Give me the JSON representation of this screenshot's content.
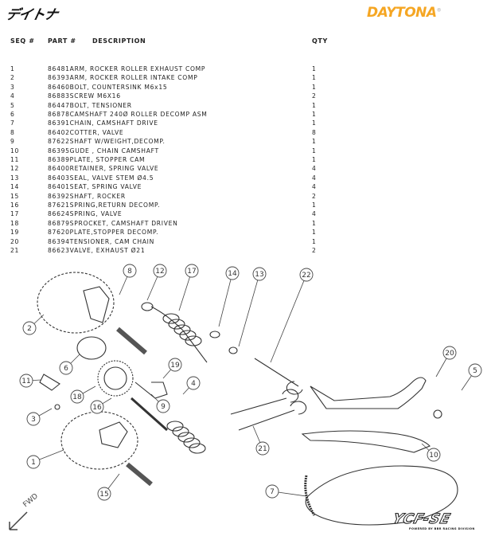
{
  "header": {
    "logo_jp": "デイトナ",
    "logo_brand": "DAYTONA"
  },
  "columns": {
    "seq": "SEQ #",
    "part": "PART #",
    "description": "DESCRIPTION",
    "qty": "QTY"
  },
  "parts": [
    {
      "seq": "1",
      "part": "86481",
      "description": "ARM, ROCKER ROLLER EXHAUST COMP",
      "qty": "1"
    },
    {
      "seq": "2",
      "part": "86393",
      "description": "ARM, ROCKER ROLLER INTAKE COMP",
      "qty": "1"
    },
    {
      "seq": "3",
      "part": "86460",
      "description": "BOLT, COUNTERSINK M6x15",
      "qty": "1"
    },
    {
      "seq": "4",
      "part": "86883",
      "description": "SCREW M6X16",
      "qty": "2"
    },
    {
      "seq": "5",
      "part": "86447",
      "description": "BOLT, TENSIONER",
      "qty": "1"
    },
    {
      "seq": "6",
      "part": "86878",
      "description": "CAMSHAFT 240Ø ROLLER DECOMP ASM",
      "qty": "1"
    },
    {
      "seq": "7",
      "part": "86391",
      "description": "CHAIN, CAMSHAFT DRIVE",
      "qty": "1"
    },
    {
      "seq": "8",
      "part": "86402",
      "description": "COTTER, VALVE",
      "qty": "8"
    },
    {
      "seq": "9",
      "part": "87622",
      "description": "SHAFT W/WEIGHT,DECOMP.",
      "qty": "1"
    },
    {
      "seq": "10",
      "part": "86395",
      "description": "GUDE , CHAIN CAMSHAFT",
      "qty": "1"
    },
    {
      "seq": "11",
      "part": "86389",
      "description": "PLATE, STOPPER CAM",
      "qty": "1"
    },
    {
      "seq": "12",
      "part": "86400",
      "description": "RETAINER, SPRING VALVE",
      "qty": "4"
    },
    {
      "seq": "13",
      "part": "86403",
      "description": "SEAL, VALVE STEM Ø4.5",
      "qty": "4"
    },
    {
      "seq": "14",
      "part": "86401",
      "description": "SEAT, SPRING VALVE",
      "qty": "4"
    },
    {
      "seq": "15",
      "part": "86392",
      "description": "SHAFT, ROCKER",
      "qty": "2"
    },
    {
      "seq": "16",
      "part": "87621",
      "description": "SPRING,RETURN DECOMP.",
      "qty": "1"
    },
    {
      "seq": "17",
      "part": "86624",
      "description": "SPRING, VALVE",
      "qty": "4"
    },
    {
      "seq": "18",
      "part": "86879",
      "description": "SPROCKET, CAMSHAFT DRIVEN",
      "qty": "1"
    },
    {
      "seq": "19",
      "part": "87620",
      "description": "PLATE,STOPPER DECOMP.",
      "qty": "1"
    },
    {
      "seq": "20",
      "part": "86394",
      "description": "TENSIONER, CAM CHAIN",
      "qty": "1"
    },
    {
      "seq": "21",
      "part": "86623",
      "description": "VALVE, EXHAUST Ø21",
      "qty": "2"
    }
  ],
  "diagram": {
    "callouts": [
      "8",
      "12",
      "17",
      "14",
      "13",
      "22",
      "2",
      "6",
      "19",
      "4",
      "20",
      "5",
      "11",
      "18",
      "16",
      "9",
      "3",
      "21",
      "10",
      "1",
      "15",
      "7"
    ],
    "direction_label": "FWD"
  },
  "footer": {
    "logo": "YCF-SE",
    "logo_sub": "POWERED BY BBR RACING DIVISION"
  },
  "colors": {
    "brand": "#f5a623",
    "ink": "#222222"
  }
}
